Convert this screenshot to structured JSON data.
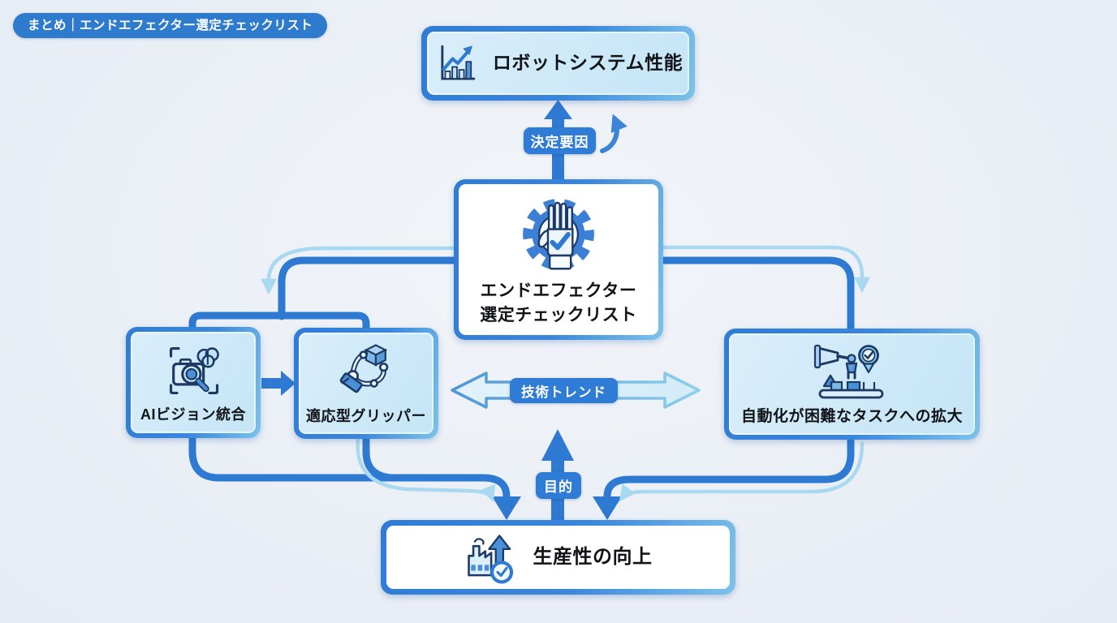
{
  "title_badge": "まとめ｜エンドエフェクター選定チェックリスト",
  "nodes": {
    "performance": {
      "label": "ロボットシステム性能",
      "icon": "bar-chart-growth-icon"
    },
    "checklist": {
      "label_line1": "エンドエフェクター",
      "label_line2": "選定チェックリスト",
      "icon": "gear-hand-check-icon"
    },
    "ai_vision": {
      "label": "AIビジョン統合",
      "icon": "camera-ai-vision-icon"
    },
    "adaptive_gripper": {
      "label": "適応型グリッパー",
      "icon": "robot-gripper-icon"
    },
    "difficult_tasks": {
      "label": "自動化が困難なタスクへの拡大",
      "icon": "robot-arm-quality-icon"
    },
    "productivity": {
      "label": "生産性の向上",
      "icon": "factory-growth-icon"
    }
  },
  "edge_labels": {
    "decision_factor": "決定要因",
    "tech_trend": "技術トレンド",
    "purpose": "目的"
  },
  "colors": {
    "background": "#edf1f7",
    "connector_blue": "#2e79d2",
    "connector_light": "#a9d9f0",
    "pill_background": "#2f7cd6",
    "pill_text": "#ffffff",
    "box_border_blue": "#2f7cd6",
    "box_border_cyan": "#7cc3ea",
    "box_fill_light": "#cde9f8",
    "box_fill_white": "#ffffff",
    "badge_background": "#2e7bcd",
    "label_text": "#101418",
    "icon_outline_navy": "#1c3a66"
  }
}
